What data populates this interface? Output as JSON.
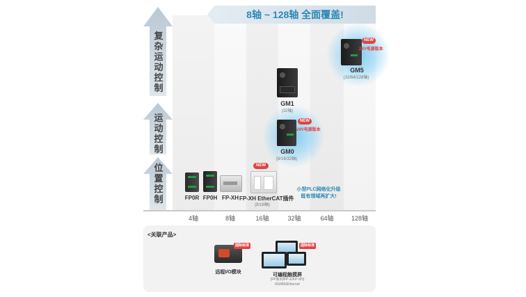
{
  "banner": "8轴 ~ 128轴 全面覆盖!",
  "axis_sections": {
    "complex": "复杂运动控制",
    "motion": "运动控制",
    "position": "位置控制"
  },
  "axis_ticks": [
    "4轴",
    "8轴",
    "16轴",
    "32轴",
    "64轴",
    "128轴"
  ],
  "products": [
    {
      "name": "FP0R"
    },
    {
      "name": "FP0H"
    },
    {
      "name": "FP-XH"
    },
    {
      "name": "FP-XH EtherCAT插件",
      "sub": "(8/16轴)",
      "badge": "NEW"
    },
    {
      "name": "GM0",
      "sub": "(8/16/32轴)",
      "badge": "NEW",
      "badge_note": "24V电源版本"
    },
    {
      "name": "GM1",
      "sub": "(32轴)"
    },
    {
      "name": "GM5",
      "sub": "(32/64/128轴)",
      "badge": "NEW",
      "badge_note": "24V电源版本"
    }
  ],
  "note": {
    "line1": "小型PLC网络化升级",
    "line2": "既有领域再扩大!"
  },
  "related": {
    "title": "<关联产品>",
    "items": [
      {
        "name": "远程I/O模块",
        "tag": "国际标准"
      },
      {
        "name": "可编程触摸屏",
        "tag": "国际标准",
        "sub1": "(FP系列/FP-X/FP-XH)",
        "sub2": "RS485/Ethernet"
      }
    ]
  },
  "colors": {
    "accent": "#2d89b5",
    "badge": "#e04343",
    "axis": "#c8d3dc"
  }
}
